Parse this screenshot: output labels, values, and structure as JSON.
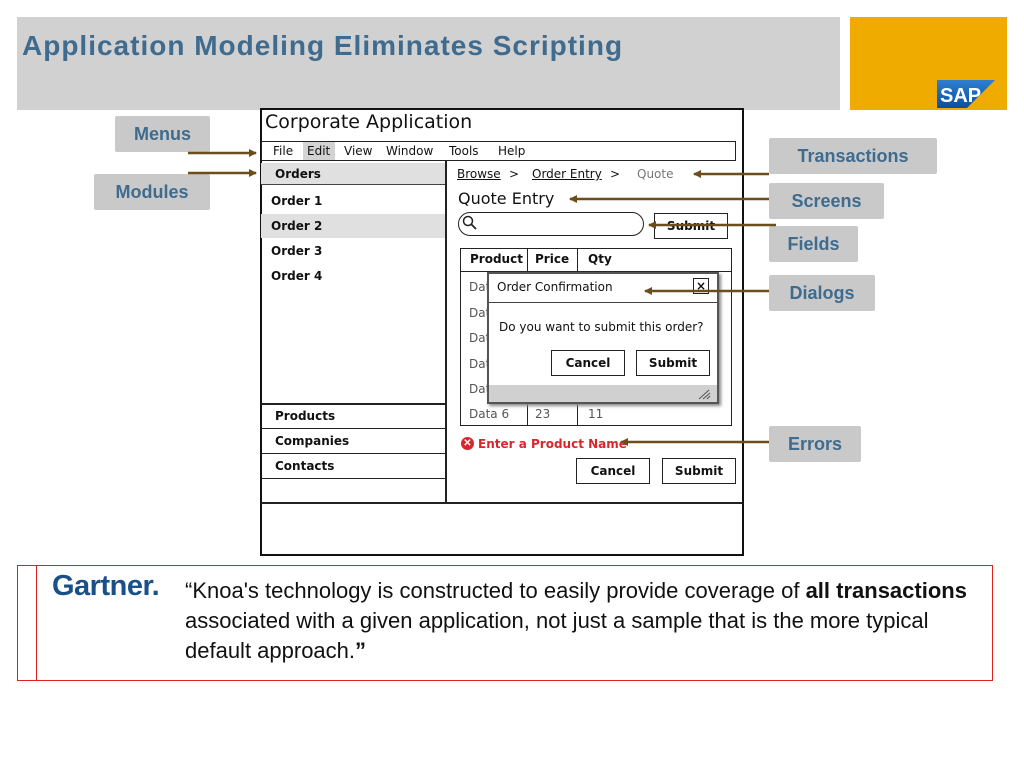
{
  "slide": {
    "title": "Application Modeling Eliminates Scripting",
    "logo_text": "SAP",
    "accent_color": "#3f6b8e",
    "logo_color": "#f0ab00"
  },
  "callouts": {
    "menus": "Menus",
    "modules": "Modules",
    "transactions": "Transactions",
    "screens": "Screens",
    "fields": "Fields",
    "dialogs": "Dialogs",
    "errors": "Errors"
  },
  "mock": {
    "app_title": "Corporate Application",
    "menus": [
      "File",
      "Edit",
      "View",
      "Window",
      "Tools",
      "Help"
    ],
    "selected_menu": "Edit",
    "left_nav": {
      "header": "Orders",
      "orders": [
        "Order 1",
        "Order 2",
        "Order 3",
        "Order 4"
      ],
      "selected_order": "Order 2",
      "modules": [
        "Products",
        "Companies",
        "Contacts"
      ]
    },
    "breadcrumb": {
      "items": [
        "Browse",
        "Order Entry",
        "Quote"
      ],
      "separator": ">"
    },
    "screen_title": "Quote Entry",
    "search": {
      "placeholder": "",
      "submit_label": "Submit"
    },
    "table": {
      "columns": [
        "Product",
        "Price",
        "Qty"
      ],
      "rows": [
        [
          "Data",
          "",
          ""
        ],
        [
          "Data",
          "",
          ""
        ],
        [
          "Data",
          "",
          ""
        ],
        [
          "Data",
          "",
          ""
        ],
        [
          "Data",
          "",
          ""
        ],
        [
          "Data 6",
          "23",
          "11"
        ]
      ]
    },
    "dialog": {
      "title": "Order Confirmation",
      "close_label": "×",
      "message": "Do you want to submit this order?",
      "cancel_label": "Cancel",
      "submit_label": "Submit"
    },
    "error": {
      "icon": "error-x-icon",
      "message": "Enter a Product Name",
      "color": "#d9262a"
    },
    "footer": {
      "cancel_label": "Cancel",
      "submit_label": "Submit"
    }
  },
  "quote": {
    "source_logo": "Gartner",
    "open_mark": "“",
    "text_before": "Knoa's technology is constructed to easily provide coverage of",
    "bold": "all transactions",
    "text_after": "associated with a given application, not just a sample that is the more typical default approach.",
    "close_mark": "”"
  }
}
